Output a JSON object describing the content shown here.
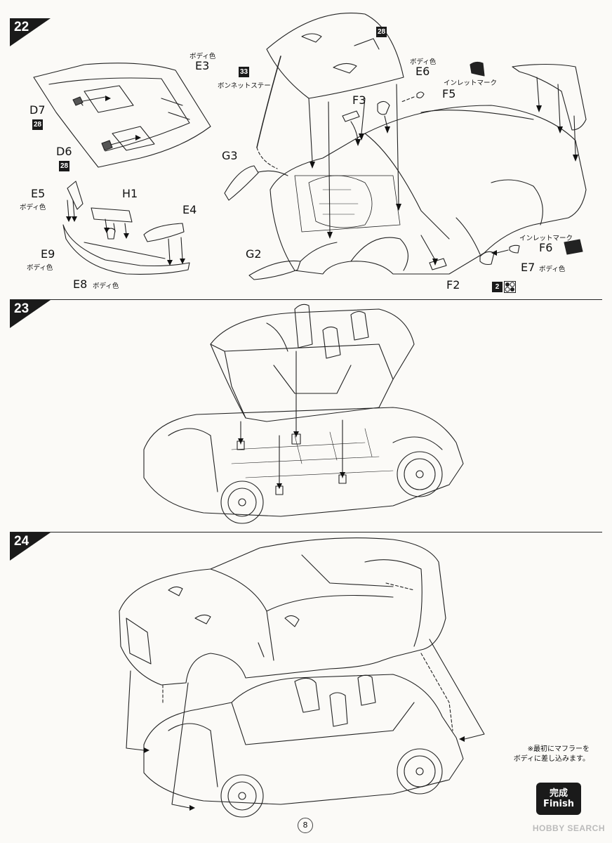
{
  "steps": [
    {
      "number": "22"
    },
    {
      "number": "23"
    },
    {
      "number": "24"
    }
  ],
  "step22": {
    "labels": {
      "d7": "D7",
      "d6": "D6",
      "e3": "E3",
      "e3_color": "ボディ色",
      "ref_28a": "28",
      "ref_28b": "28",
      "ref_28c": "28",
      "ref_33": "33",
      "bonnet_stay": "ボンネットステー",
      "e6": "E6",
      "e6_color": "ボディ色",
      "f3": "F3",
      "f5": "F5",
      "inlet_mark_top": "インレットマーク",
      "g3": "G3",
      "g2": "G2",
      "e5": "E5",
      "e5_color": "ボディ色",
      "h1": "H1",
      "e4": "E4",
      "e9": "E9",
      "e9_color": "ボディ色",
      "e8": "E8",
      "e8_color": "ボディ色",
      "inlet_mark_bottom": "インレットマーク",
      "f6": "F6",
      "e7": "E7",
      "e7_color": "ボディ色",
      "f2": "F2",
      "ref_2": "2"
    }
  },
  "step24": {
    "note_line1": "※最初にマフラーを",
    "note_line2": "ボディに差し込みます。"
  },
  "finish": {
    "jp": "完成",
    "en": "Finish"
  },
  "page_number": "8",
  "watermark": "HOBBY SEARCH"
}
